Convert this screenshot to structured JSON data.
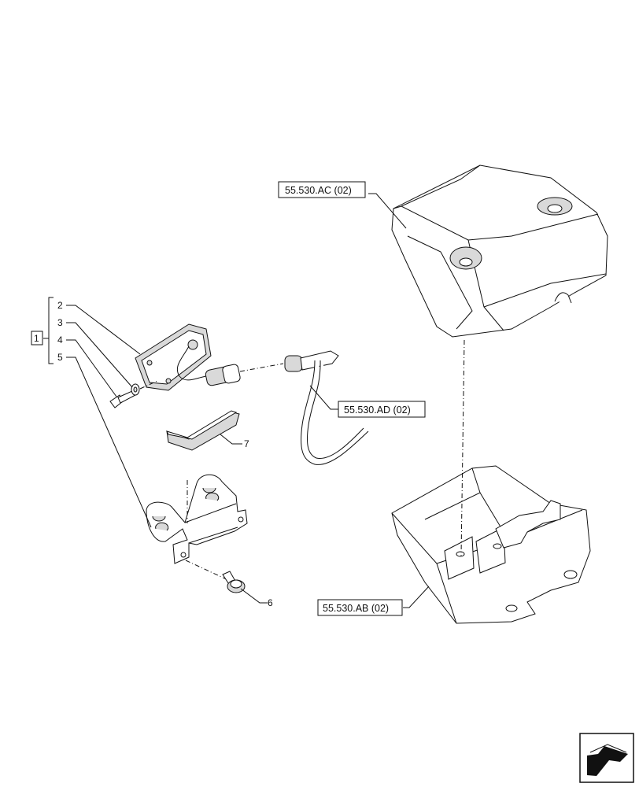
{
  "callouts": {
    "group": "1",
    "item2": "2",
    "item3": "3",
    "item4": "4",
    "item5": "5",
    "item6": "6",
    "item7": "7"
  },
  "references": {
    "ac": "55.530.AC (02)",
    "ad": "55.530.AD (02)",
    "ab": "55.530.AB (02)"
  },
  "icons": {
    "nav": "next-page-arrow-icon"
  }
}
